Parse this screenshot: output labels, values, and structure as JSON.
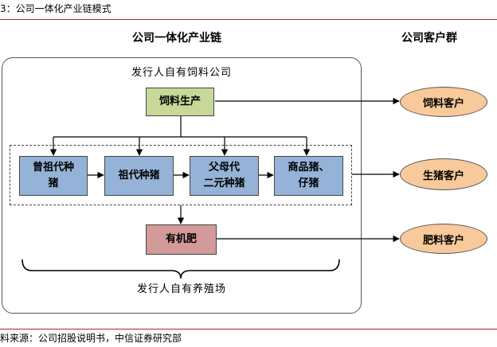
{
  "caption": "3：公司一体化产业链模式",
  "source": "料来源：公司招股说明书，中信证券研究部",
  "headings": {
    "left": "公司一体化产业链",
    "right": "公司客户群"
  },
  "outer_label": "发行人自有饲料公司",
  "bottom_label": "发行人自有养殖场",
  "nodes": {
    "feed": "饲料生产",
    "great_grandparent": [
      "曾祖代种",
      "猪"
    ],
    "grandparent": "祖代种猪",
    "parent": [
      "父母代",
      "二元种猪"
    ],
    "commercial": [
      "商品猪、",
      "仔猪"
    ],
    "fertilizer": "有机肥"
  },
  "customers": {
    "feed": "饲料客户",
    "pig": "生猪客户",
    "fertilizer": "肥料客户"
  },
  "colors": {
    "feed_box": "#c8d79a",
    "pig_boxes": "#95b3d7",
    "fertilizer_box": "#d39a9a",
    "customer_ellipses": "#f8c99a",
    "rules": "#b5222d"
  }
}
